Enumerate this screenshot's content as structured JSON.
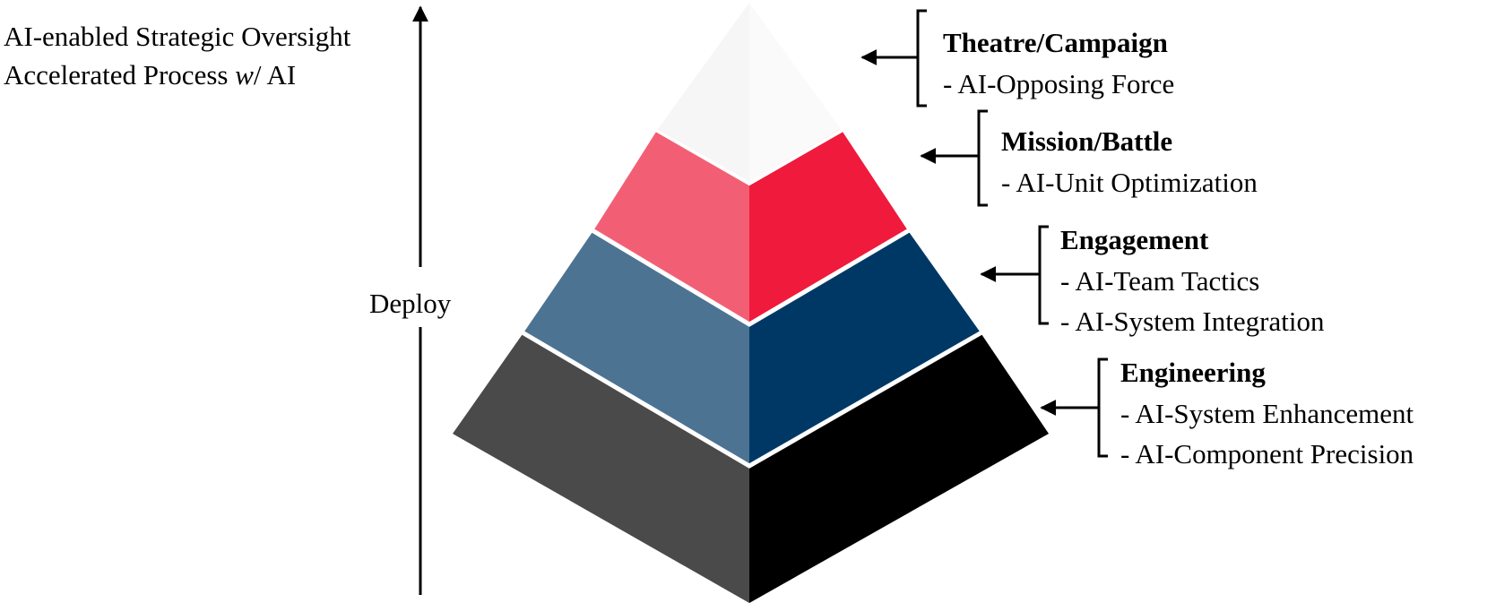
{
  "oversight": {
    "line1": "AI-enabled Strategic Oversight",
    "line2_prefix": "Accelerated Process ",
    "line2_w": "w",
    "line2_suffix": "/ AI"
  },
  "axis_label": "Deploy",
  "colors": {
    "top_left": "#f6f6f6",
    "top_right": "#fafafa",
    "red_left": "#f25f75",
    "red_right": "#ef1a3c",
    "blue_left": "#4d7393",
    "blue_right": "#003865",
    "dark_left": "#4a4a4a",
    "dark_right": "#000000",
    "separator": "#ffffff",
    "stroke": "#000000"
  },
  "levels": [
    {
      "title": "Theatre/Campaign",
      "items": [
        "- AI-Opposing Force"
      ]
    },
    {
      "title": "Mission/Battle",
      "items": [
        "- AI-Unit Optimization"
      ]
    },
    {
      "title": "Engagement",
      "items": [
        "- AI-Team Tactics",
        "- AI-System Integration"
      ]
    },
    {
      "title": "Engineering",
      "items": [
        "- AI-System Enhancement",
        "- AI-Component Precision"
      ]
    }
  ]
}
